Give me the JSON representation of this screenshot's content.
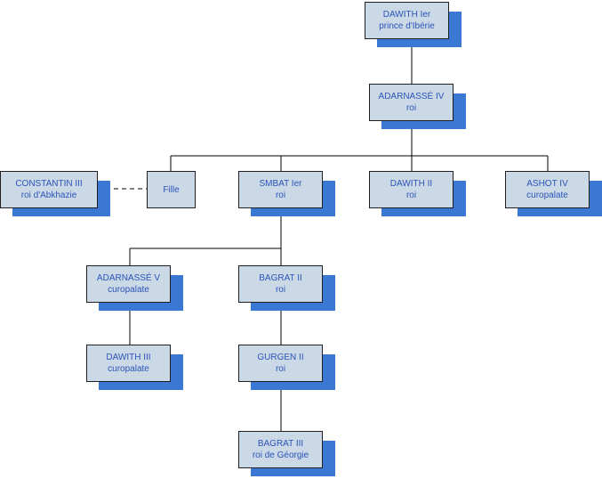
{
  "colors": {
    "box_fill": "#cbd8e6",
    "box_border": "#1f1f1f",
    "shadow": "#3a78d4",
    "text": "#2b55b8",
    "connector": "#000000"
  },
  "nodes": {
    "dawith_i": {
      "name": "DAWITH Ier",
      "title": "prince d'Ibérie"
    },
    "adarnase_iv": {
      "name": "ADARNASSÉ IV",
      "title": "roi"
    },
    "constantin_iii": {
      "name": "CONSTANTIN III",
      "title": "roi d'Abkhazie"
    },
    "fille": {
      "name": "Fille",
      "title": ""
    },
    "smbat_i": {
      "name": "SMBAT Ier",
      "title": "roi"
    },
    "dawith_ii": {
      "name": "DAWITH II",
      "title": "roi"
    },
    "ashot_iv": {
      "name": "ASHOT IV",
      "title": "curopalate"
    },
    "adarnase_v": {
      "name": "ADARNASSÉ V",
      "title": "curopalate"
    },
    "bagrat_ii": {
      "name": "BAGRAT II",
      "title": "roi"
    },
    "dawith_iii": {
      "name": "DAWITH III",
      "title": "curopalate"
    },
    "gurgen_ii": {
      "name": "GURGEN II",
      "title": "roi"
    },
    "bagrat_iii": {
      "name": "BAGRAT III",
      "title": "roi de Géorgie"
    }
  }
}
